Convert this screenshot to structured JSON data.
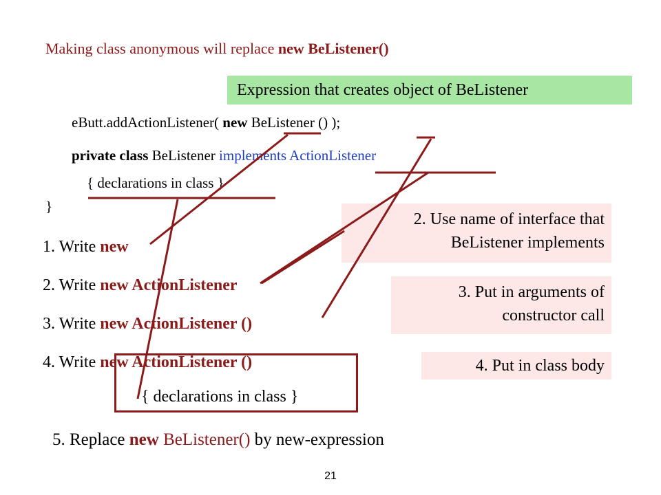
{
  "heading": {
    "text": "Making class anonymous will replace ",
    "code": "new BeListener()"
  },
  "expression_box": {
    "text": "Expression that creates object of BeListener",
    "color": "#a8e6a3"
  },
  "code": {
    "call_prefix": "eButt.addActionListener( ",
    "call_new": "new",
    "call_rest": " BeListener ()   );",
    "decl_private_class": "private class",
    "decl_name": " BeListener ",
    "decl_implements": "implements ActionListener",
    "body": "{ declarations in class }",
    "closing": "}"
  },
  "steps": [
    {
      "prefix": "1. Write ",
      "code": "new"
    },
    {
      "prefix": "2. Write ",
      "code": "new ActionListener"
    },
    {
      "prefix": "3. Write ",
      "code": "new ActionListener ()"
    },
    {
      "prefix": "4. Write ",
      "code": "new ActionListener ()",
      "body": "{ declarations in class }"
    }
  ],
  "notes": {
    "note2_line1": "2. Use name of interface that",
    "note2_line2": "BeListener implements",
    "note3_line1": "3. Put in arguments of",
    "note3_line2": "constructor call",
    "note4": "4. Put in class body",
    "color": "#fde7e7"
  },
  "step5": {
    "prefix": "5. Replace ",
    "new": "new",
    "rest1": " BeListener()",
    "rest2": " by new-expression"
  },
  "page_number": "21",
  "colors": {
    "accent": "#8b1a1a",
    "keyword_blue": "#1f3fbf"
  }
}
